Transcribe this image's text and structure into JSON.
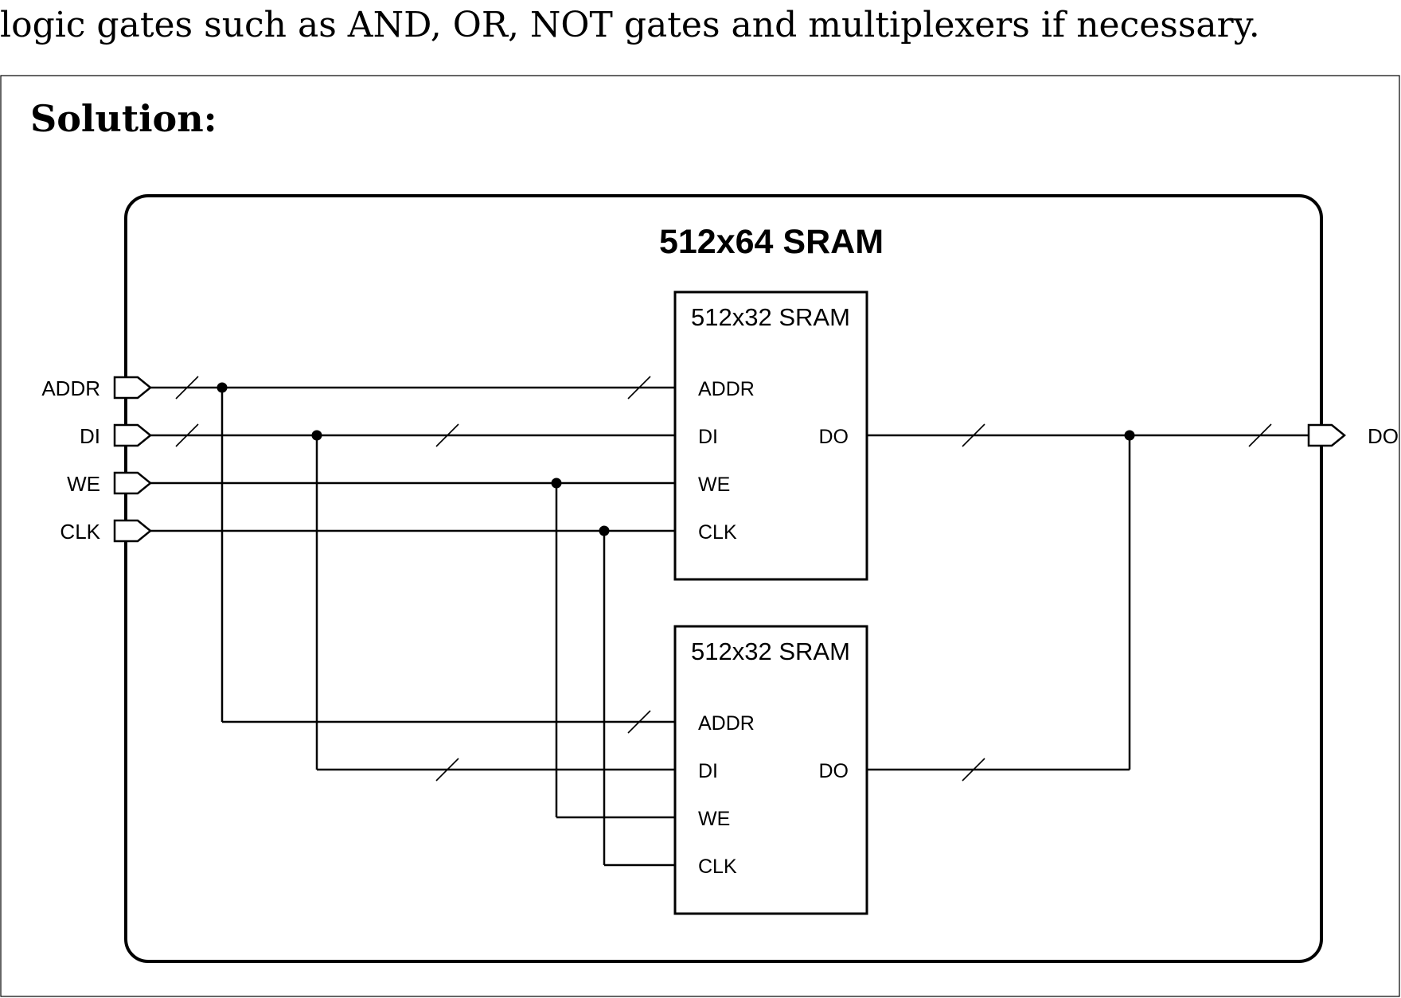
{
  "intro_text": "logic gates such as AND, OR, NOT gates and multiplexers if necessary.",
  "solution_label": "Solution:",
  "diagram": {
    "outer_title": "512x64 SRAM",
    "inputs": [
      "ADDR",
      "DI",
      "WE",
      "CLK"
    ],
    "output": "DO",
    "blocks": [
      {
        "title": "512x32 SRAM",
        "inputs": [
          "ADDR",
          "DI",
          "WE",
          "CLK"
        ],
        "output": "DO"
      },
      {
        "title": "512x32 SRAM",
        "inputs": [
          "ADDR",
          "DI",
          "WE",
          "CLK"
        ],
        "output": "DO"
      }
    ]
  }
}
